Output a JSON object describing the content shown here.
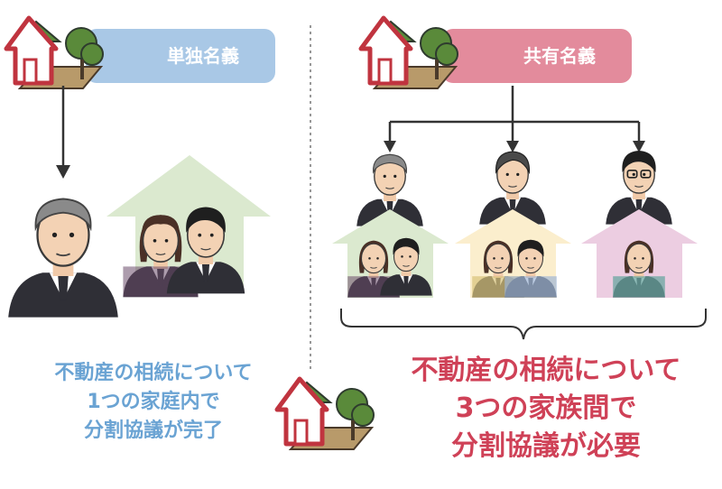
{
  "left": {
    "badge_label": "単独名義",
    "caption": [
      "不動産の相続について",
      "1つの家庭内で",
      "分割協議が完了"
    ]
  },
  "right": {
    "badge_label": "共有名義",
    "caption": [
      "不動産の相続について",
      "3つの家族間で",
      "分割協議が必要"
    ]
  },
  "colors": {
    "left_badge": "#a9c8e6",
    "right_badge": "#e38b9c",
    "left_caption": "#6aa3d3",
    "right_caption": "#cf4157",
    "house_green": "#dbe9cf",
    "house_yellow": "#fbeecd",
    "house_pink": "#eccde1"
  }
}
